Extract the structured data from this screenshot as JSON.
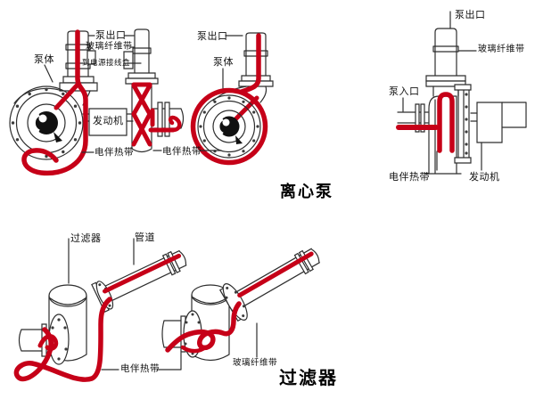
{
  "figure": {
    "pumps": {
      "title": "离心泵",
      "left_pump": {
        "outlet": "泵出口",
        "fiberglass_tape": "玻璃纤维带",
        "power_junction": "到电源接线盒",
        "body": "泵体",
        "engine": "发动机",
        "heat_tape": "电伴热带"
      },
      "middle_pump": {
        "outlet": "泵出口",
        "body": "泵体",
        "heat_tape": "电伴热带"
      },
      "right_pump": {
        "outlet": "泵出口",
        "fiberglass_tape": "玻璃纤维带",
        "inlet": "泵入口",
        "heat_tape": "电伴热带",
        "engine": "发动机"
      }
    },
    "filters": {
      "title": "过滤器",
      "left_filter": {
        "label": "过滤器",
        "pipe": "管道",
        "heat_tape": "电伴热带"
      },
      "right_filter": {
        "fiberglass_tape": "玻璃纤维带"
      }
    },
    "colors": {
      "heat_tape_red": "#c60018",
      "line": "#2e2e2e",
      "background": "#ffffff"
    }
  }
}
